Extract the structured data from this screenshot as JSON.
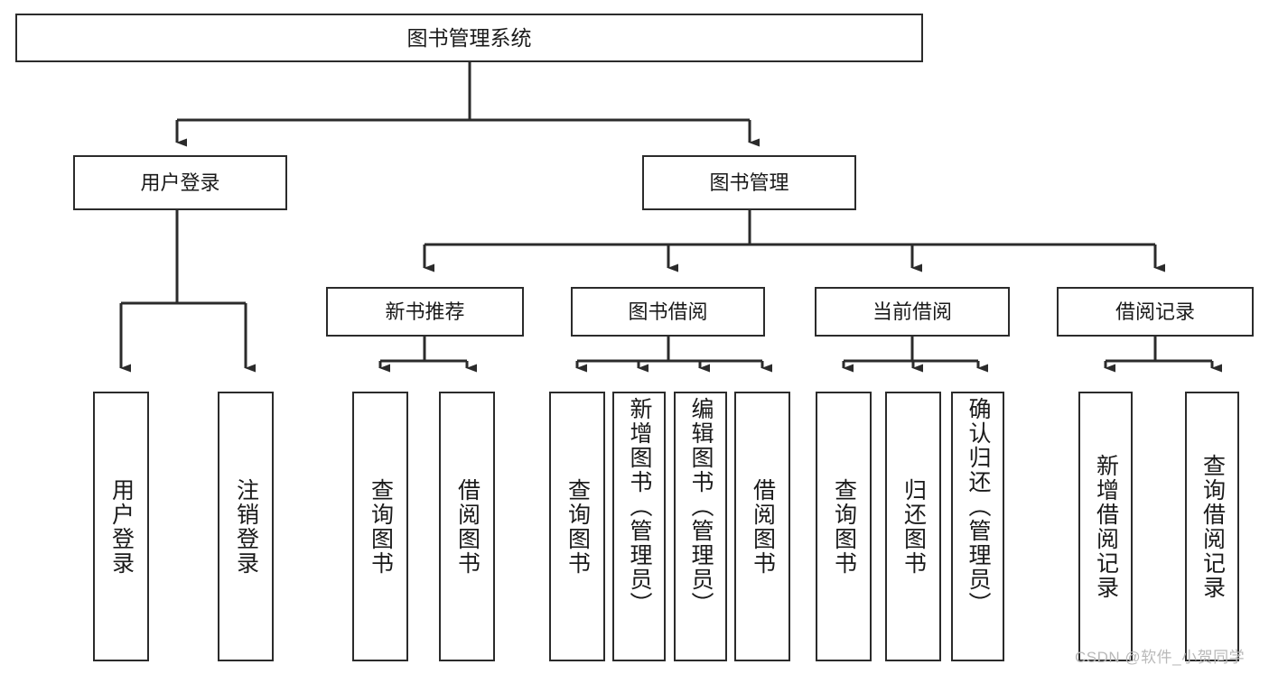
{
  "diagram": {
    "title": "图书管理系统",
    "type": "tree-hierarchy-functional-structure",
    "stroke_color": "#2b2b2b",
    "fill_color": "#ffffff",
    "text_color": "#1a1a1a",
    "levels": {
      "root": {
        "label": "图书管理系统"
      },
      "level2": [
        {
          "label": "用户登录"
        },
        {
          "label": "图书管理"
        }
      ],
      "level3": [
        {
          "label": "新书推荐"
        },
        {
          "label": "图书借阅"
        },
        {
          "label": "当前借阅"
        },
        {
          "label": "借阅记录"
        }
      ],
      "leaves": [
        {
          "label": "用户登录",
          "parent": "用户登录"
        },
        {
          "label": "注销登录",
          "parent": "用户登录"
        },
        {
          "label": "查询图书",
          "parent": "新书推荐"
        },
        {
          "label": "借阅图书",
          "parent": "新书推荐"
        },
        {
          "label": "查询图书",
          "parent": "图书借阅"
        },
        {
          "label": "新增图书（管理员）",
          "parent": "图书借阅"
        },
        {
          "label": "编辑图书（管理员）",
          "parent": "图书借阅"
        },
        {
          "label": "借阅图书",
          "parent": "图书借阅"
        },
        {
          "label": "查询图书",
          "parent": "当前借阅"
        },
        {
          "label": "归还图书",
          "parent": "当前借阅"
        },
        {
          "label": "确认归还（管理员）",
          "parent": "当前借阅"
        },
        {
          "label": "新增借阅记录",
          "parent": "借阅记录"
        },
        {
          "label": "查询借阅记录",
          "parent": "借阅记录"
        }
      ]
    }
  },
  "watermark": {
    "text": "CSDN @软件_小贺同学"
  }
}
